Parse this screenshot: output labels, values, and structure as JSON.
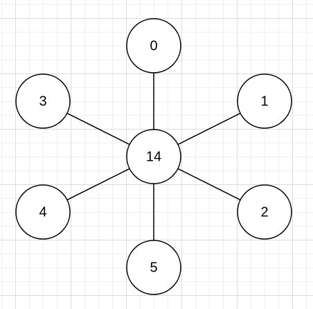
{
  "diagram": {
    "center": {
      "id": "center",
      "label": "14"
    },
    "nodes": [
      {
        "id": "n0",
        "label": "0"
      },
      {
        "id": "n1",
        "label": "1"
      },
      {
        "id": "n2",
        "label": "2"
      },
      {
        "id": "n3",
        "label": "3"
      },
      {
        "id": "n4",
        "label": "4"
      },
      {
        "id": "n5",
        "label": "5"
      }
    ],
    "edges": [
      {
        "from": "center",
        "to": "n0"
      },
      {
        "from": "center",
        "to": "n1"
      },
      {
        "from": "center",
        "to": "n2"
      },
      {
        "from": "center",
        "to": "n3"
      },
      {
        "from": "center",
        "to": "n4"
      },
      {
        "from": "center",
        "to": "n5"
      }
    ],
    "colors": {
      "node_fill": "#ffffff",
      "node_stroke": "#000000",
      "edge_stroke": "#000000",
      "text": "#000000"
    }
  }
}
